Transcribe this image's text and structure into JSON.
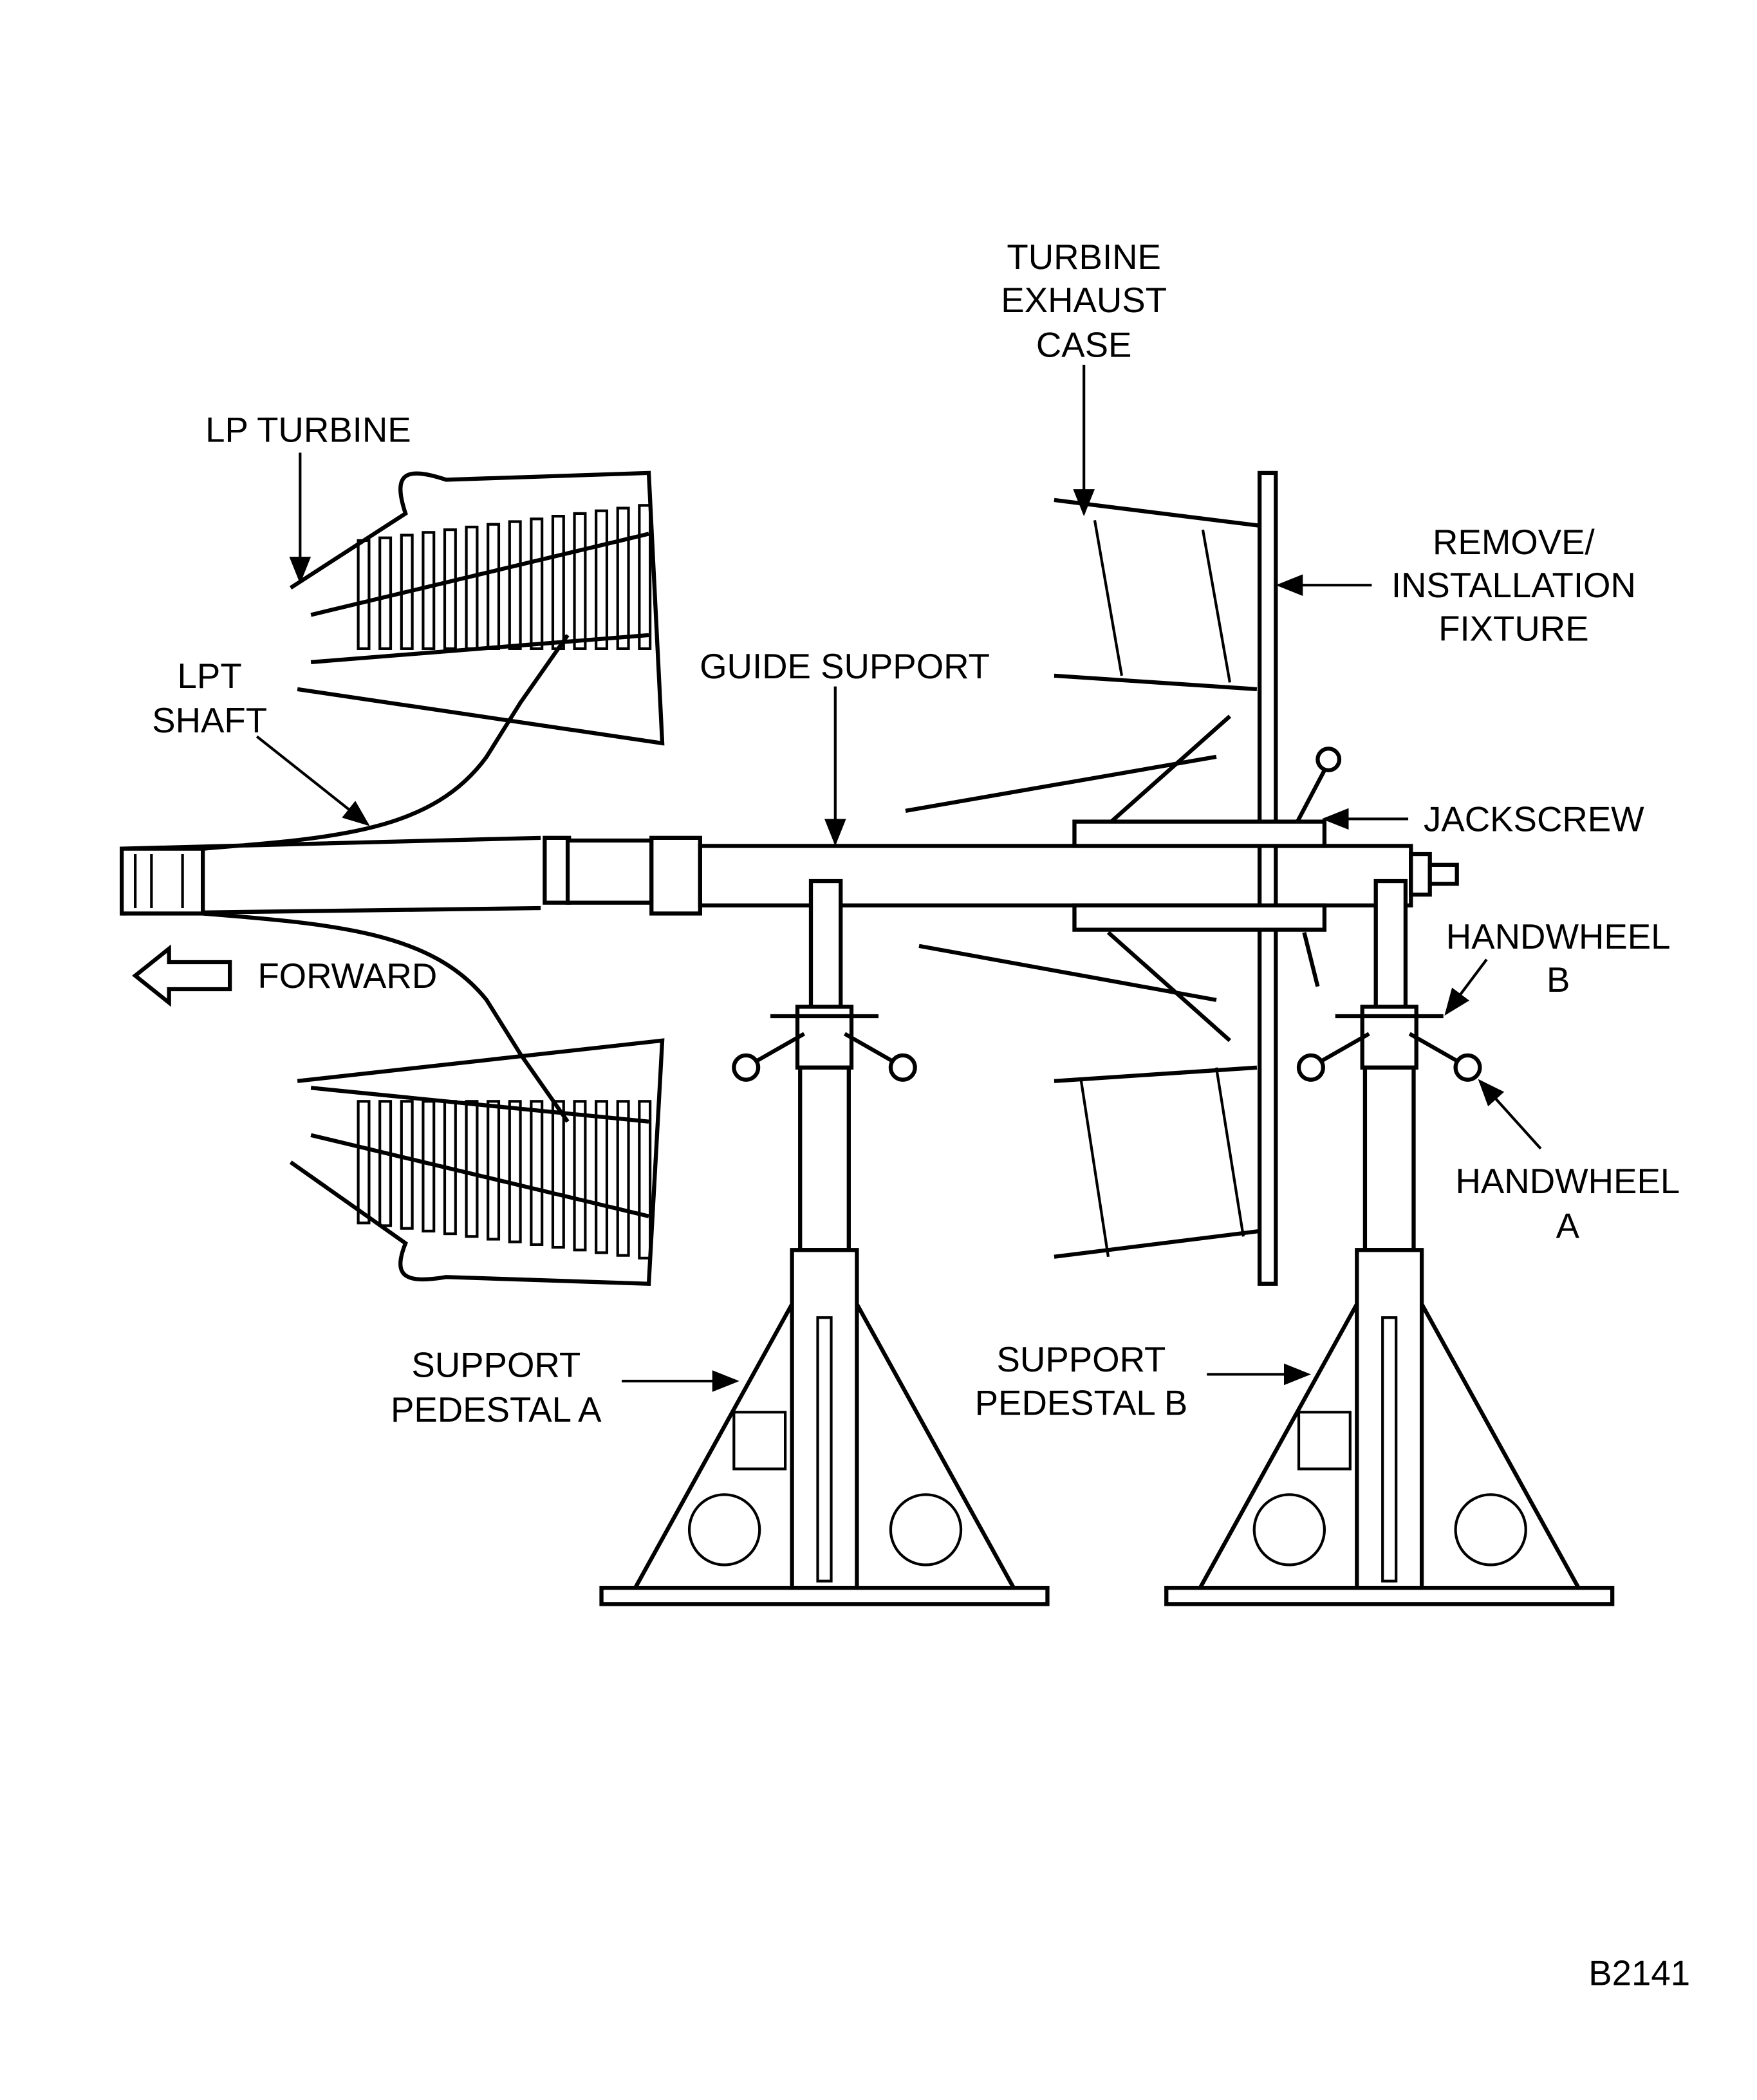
{
  "labels": {
    "turbine_exhaust_case": [
      "TURBINE",
      "EXHAUST",
      "CASE"
    ],
    "lp_turbine": "LP TURBINE",
    "lpt_shaft": [
      "LPT",
      "SHAFT"
    ],
    "guide_support": "GUIDE SUPPORT",
    "fixture": [
      "REMOVE/",
      "INSTALLATION",
      "FIXTURE"
    ],
    "jackscrew": "JACKSCREW",
    "handwheel_b": [
      "HANDWHEEL",
      "B"
    ],
    "forward": "FORWARD",
    "handwheel_a": [
      "HANDWHEEL",
      "A"
    ],
    "pedestal_a": [
      "SUPPORT",
      "PEDESTAL A"
    ],
    "pedestal_b": [
      "SUPPORT",
      "PEDESTAL B"
    ],
    "figure_id": "B2141"
  }
}
